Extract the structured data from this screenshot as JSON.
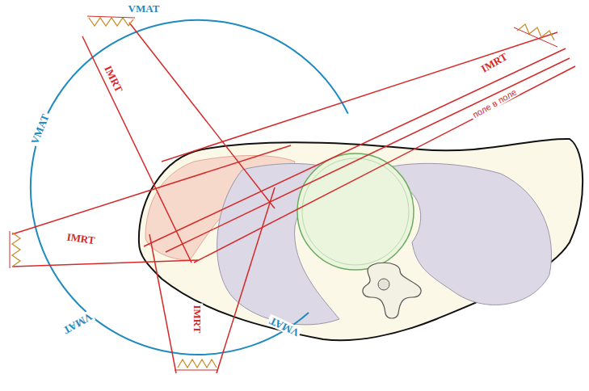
{
  "diagram": {
    "labels": [
      "VMAT",
      "VMAT",
      "VMAT",
      "VMAT",
      "IMRT",
      "IMRT",
      "IMRT",
      "IMRT",
      "поле в поле"
    ]
  }
}
